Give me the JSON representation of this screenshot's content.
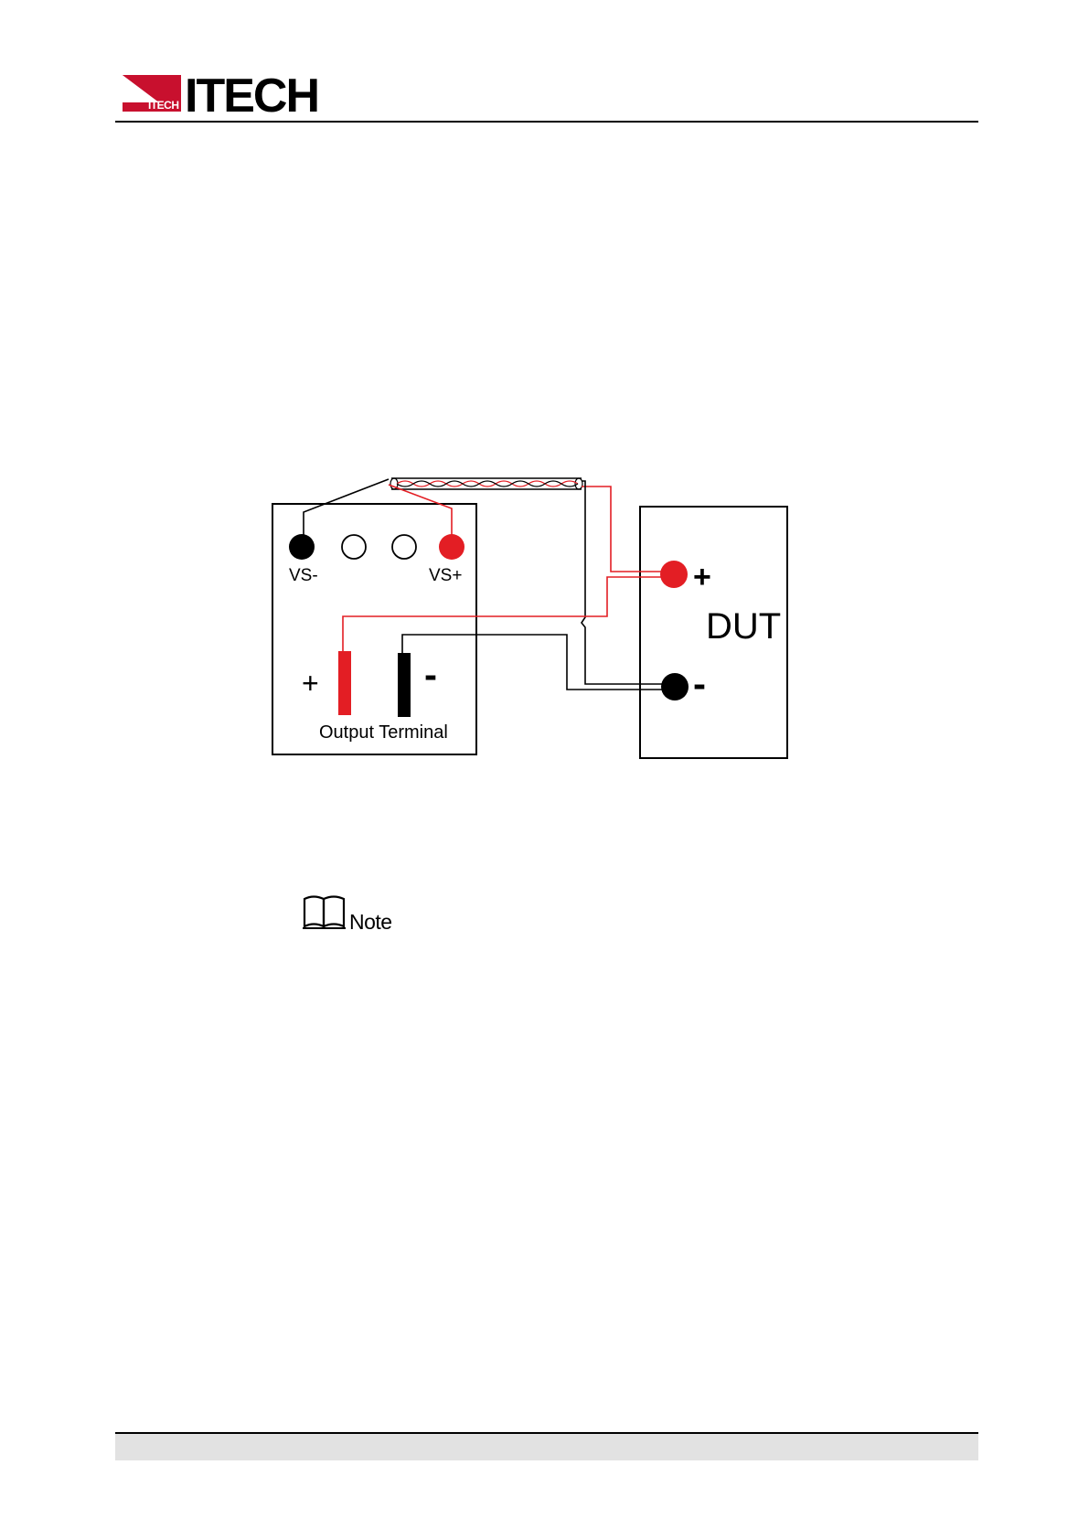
{
  "header": {
    "logo_badge_text": "ITECH",
    "logo_word": "ITECH",
    "brand_red": "#c8102e"
  },
  "diagram": {
    "sense_minus_label": "VS-",
    "sense_plus_label": "VS+",
    "output_plus_sign": "+",
    "output_minus_sign": "-",
    "output_terminal_label": "Output Terminal",
    "dut_label": "DUT",
    "dut_plus_sign": "+",
    "dut_minus_sign": "-",
    "wire_red": "#e31e24",
    "wire_black": "#000000"
  },
  "note": {
    "label": "Note",
    "icon": "open-book-icon"
  }
}
